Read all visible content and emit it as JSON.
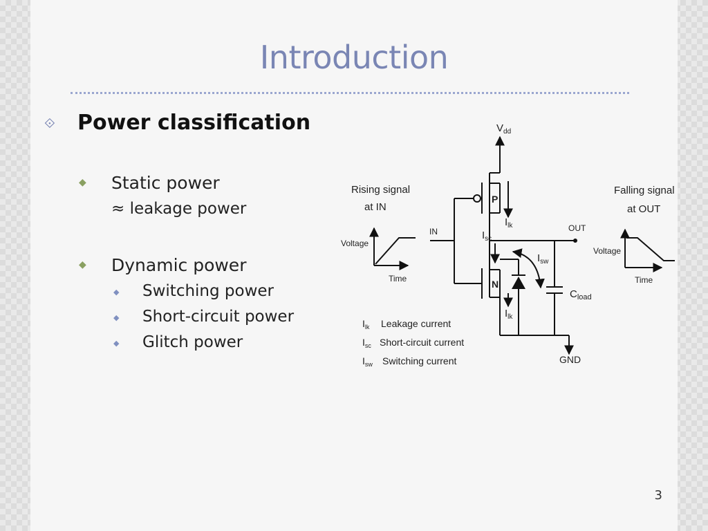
{
  "slide": {
    "title": "Introduction",
    "page_number": "3",
    "bullets": {
      "l1": "Power classification",
      "static": "Static power",
      "static_sub": "≈ leakage power",
      "dynamic": "Dynamic power",
      "dynamic_items": [
        "Switching power",
        "Short-circuit power",
        "Glitch power"
      ]
    }
  },
  "diagram": {
    "vdd": "V",
    "vdd_sub": "dd",
    "gnd": "GND",
    "in": "IN",
    "out": "OUT",
    "pmos": "P",
    "nmos": "N",
    "cload": "C",
    "cload_sub": "load",
    "ilk": "I",
    "ilk_sub": "lk",
    "isc": "I",
    "isc_sub": "sc",
    "isw": "I",
    "isw_sub": "sw",
    "rising_1": "Rising signal",
    "rising_2": "at IN",
    "falling_1": "Falling signal",
    "falling_2": "at  OUT",
    "voltage": "Voltage",
    "time": "Time",
    "legend": [
      {
        "sym": "I",
        "sub": "lk",
        "text": "Leakage current"
      },
      {
        "sym": "I",
        "sub": "sc",
        "text": "Short-circuit current"
      },
      {
        "sym": "I",
        "sub": "sw",
        "text": "Switching current"
      }
    ]
  }
}
